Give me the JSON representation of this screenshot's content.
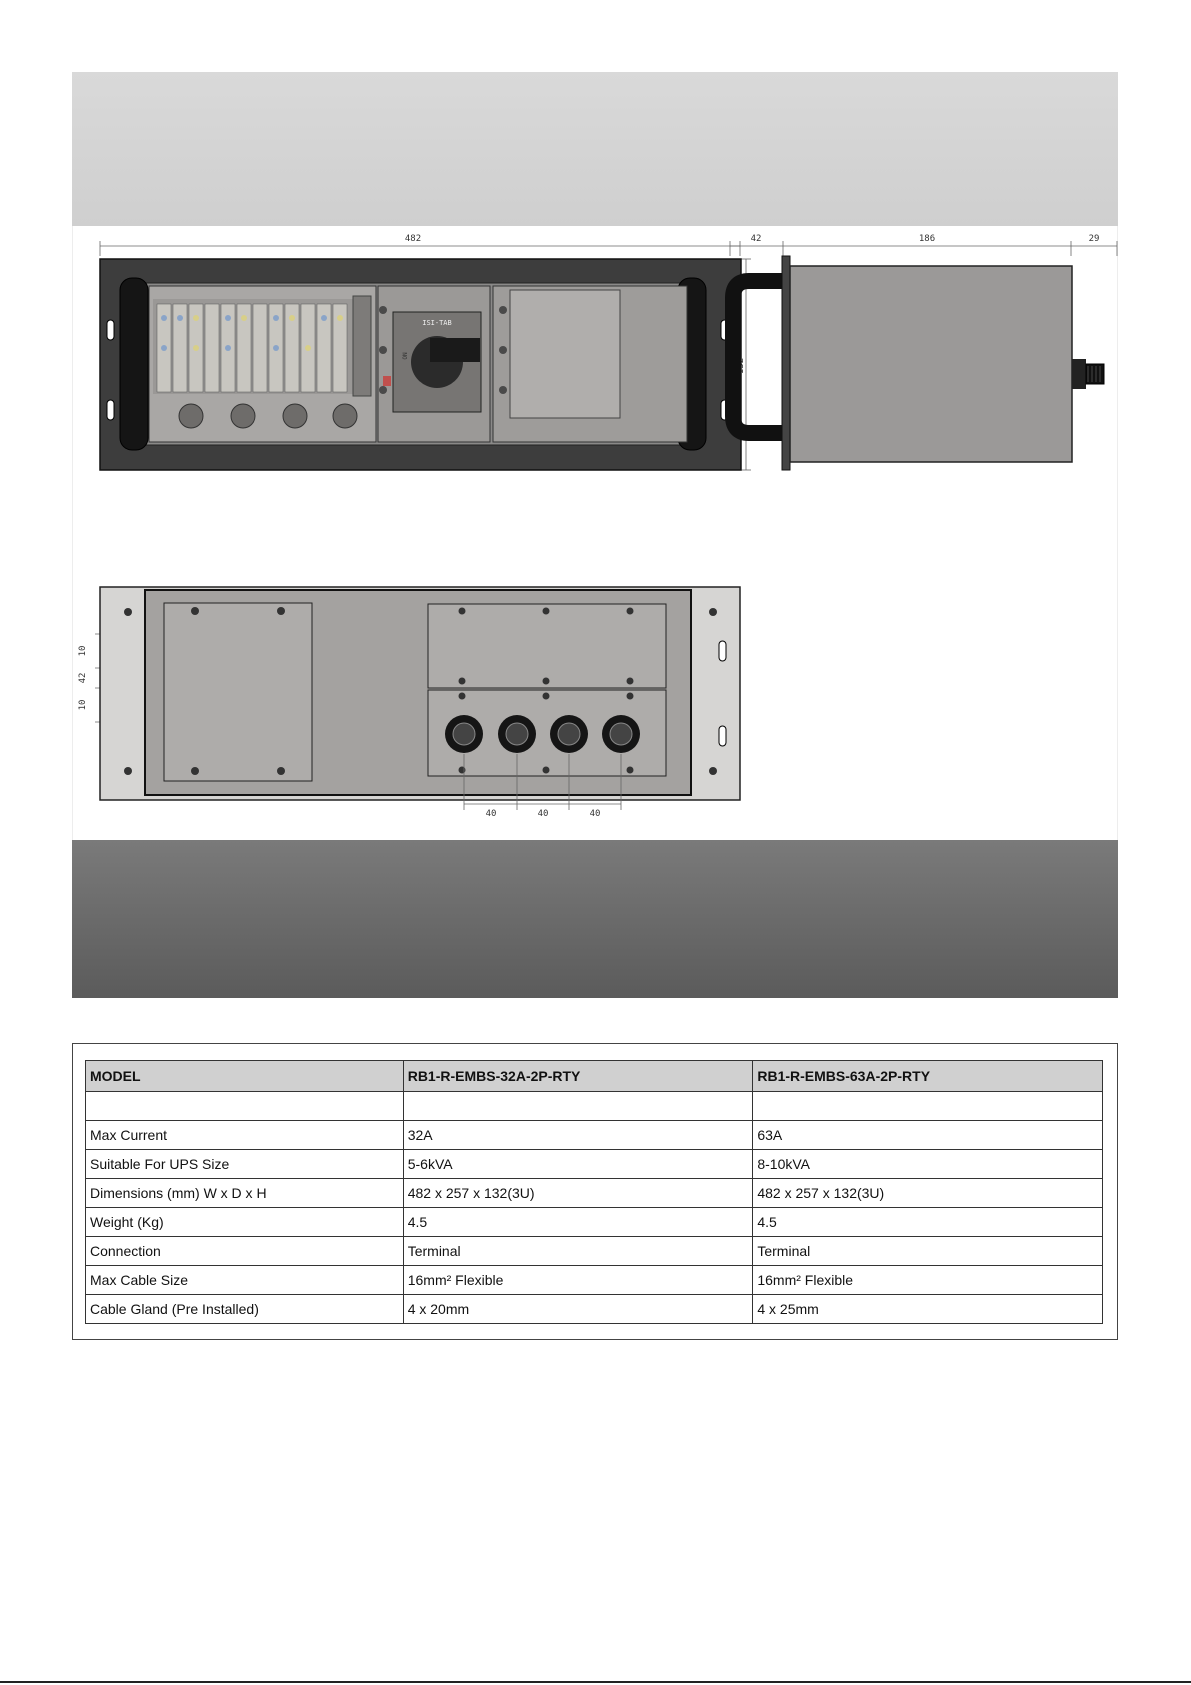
{
  "drawings": {
    "front_view": {
      "width_dim": "482",
      "height_dim": "132",
      "switch_label": "ISI-TAB",
      "switch_pos_label": "ON"
    },
    "side_view": {
      "dims": [
        "42",
        "186",
        "29"
      ]
    },
    "rear_view": {
      "left_dims": [
        "10",
        "42",
        "10"
      ],
      "gland_spacing": [
        "40",
        "40",
        "40"
      ]
    }
  },
  "spec_table": {
    "headers": [
      "MODEL",
      "RB1-R-EMBS-32A-2P-RTY",
      "RB1-R-EMBS-63A-2P-RTY"
    ],
    "rows": [
      [
        "",
        "",
        ""
      ],
      [
        "Max Current",
        "32A",
        "63A"
      ],
      [
        "Suitable For UPS Size",
        "5-6kVA",
        "8-10kVA"
      ],
      [
        "Dimensions (mm) W x D x H",
        "482 x  257 x 132(3U)",
        "482 x  257 x 132(3U)"
      ],
      [
        "Weight (Kg)",
        "4.5",
        "4.5"
      ],
      [
        "Connection",
        "Terminal",
        "Terminal"
      ],
      [
        "Max Cable Size",
        "16mm² Flexible",
        "16mm² Flexible"
      ],
      [
        "Cable Gland (Pre Installed)",
        "4 x 20mm",
        "4 x 25mm"
      ]
    ]
  },
  "colors": {
    "top_band": "#d4d4d4",
    "bottom_band": "#666666",
    "table_header": "#d0d0d0",
    "panel_dark": "#3d3d3d",
    "panel_grey": "#b0aeac"
  }
}
